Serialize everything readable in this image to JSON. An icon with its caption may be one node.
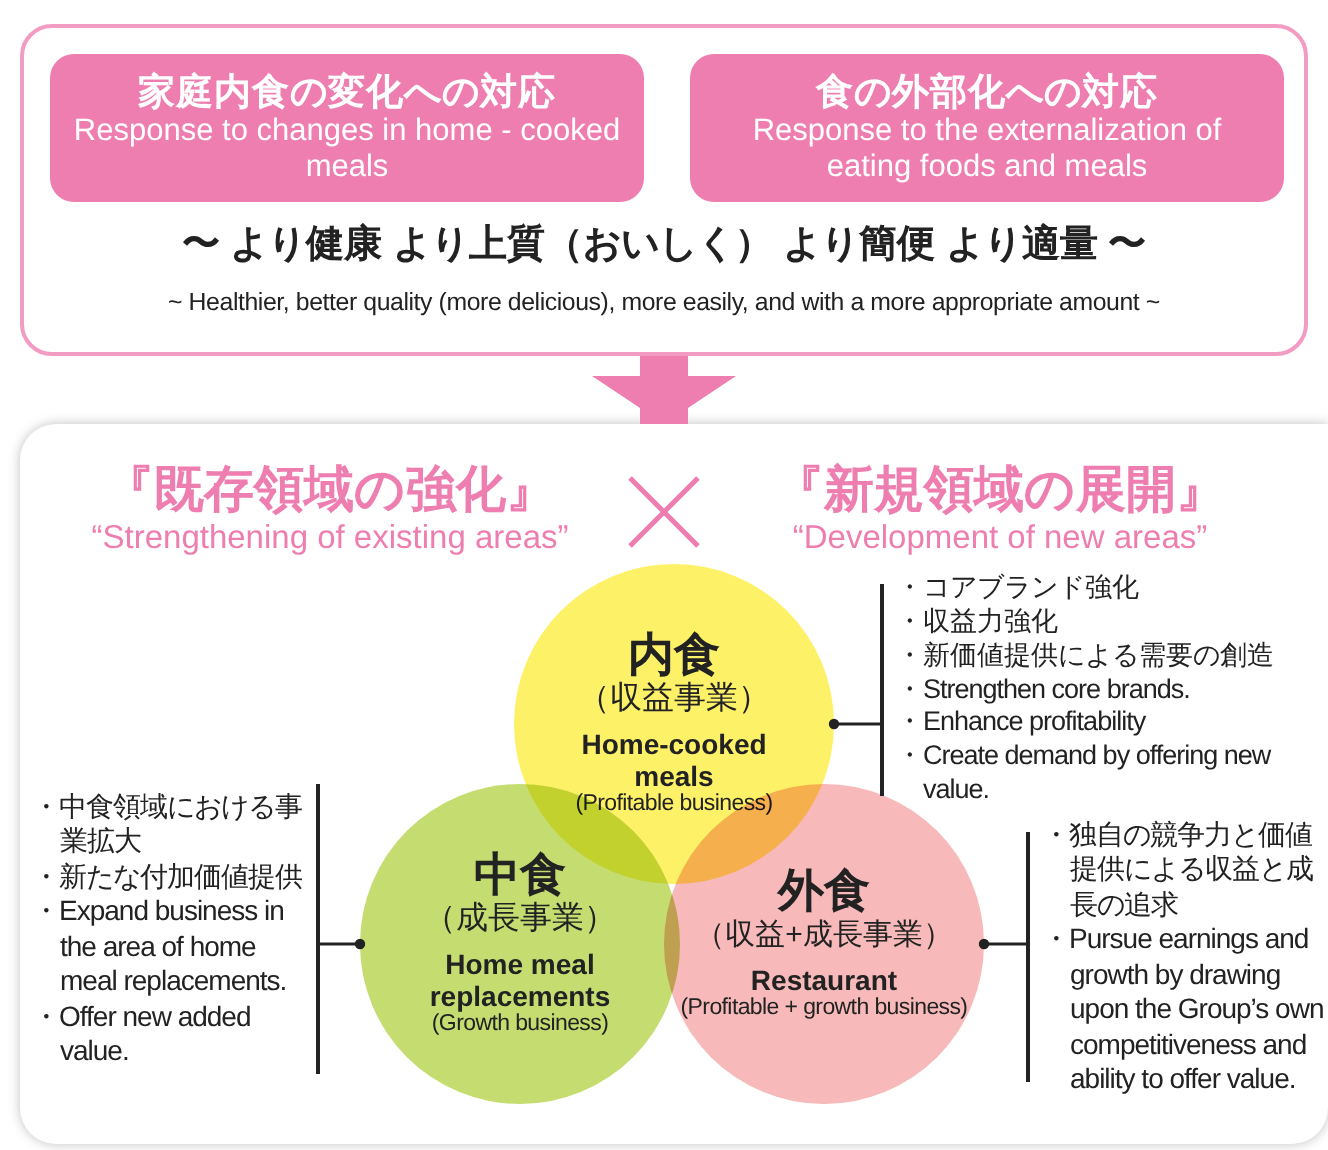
{
  "diagram": {
    "nodes": [
      {
        "text": [
          "〜 より健康 より上質（おいしく） より簡便 より適量 〜",
          "~ Healthier, better quality (more delicious), more easily, and with a more appropriate amount ~"
        ]
      },
      {
        "text": [
          "家庭内食の変化への対応",
          "Response to changes in home - cooked meals"
        ],
        "in": 0
      },
      {
        "text": [
          "食の外部化への対応",
          "Response to the externalization of eating foods and meals"
        ],
        "in": 0
      },
      {
        "text": [
          "『既存領域の強化』",
          "“Strengthening of existing areas”",
          "『新規領域の展開』",
          "“Development of new areas”"
        ]
      },
      {
        "text": [
          "内食",
          "（収益事業）",
          "Home-cooked meals",
          "(Profitable business)"
        ],
        "in": 3
      },
      {
        "text": [
          "中食",
          "（成長事業）",
          "Home meal replacements",
          "(Growth business)"
        ],
        "in": 3
      },
      {
        "text": [
          "外食",
          "（収益+成長事業）",
          "Restaurant",
          "(Profitable + growth business)"
        ],
        "in": 3
      },
      {
        "text": [
          "・コアブランド強化",
          "・収益力強化",
          "・新価値提供による需要の創造",
          "・Strengthen core brands.",
          "・Enhance profitability",
          "・Create demand by offering new value."
        ],
        "in": 3
      },
      {
        "text": [
          "・中食領域における事業拡大",
          "・新たな付加価値提供",
          "・Expand business in the area of home meal replacements.",
          "・Offer new added value."
        ],
        "in": 3
      },
      {
        "text": [
          "・独自の競争力と価値提供による収益と成長の追求",
          "・Pursue earnings and growth by drawing upon the Group’s own competitiveness and ability to offer value."
        ],
        "in": 3
      }
    ],
    "edges": [
      {
        "from": 0,
        "to": 3,
        "arrow": "to",
        "style": "thick",
        "color": "#ef7eb0"
      },
      {
        "from": 7,
        "to": 4,
        "arrow": "other"
      },
      {
        "from": 8,
        "to": 5,
        "arrow": "other"
      },
      {
        "from": 9,
        "to": 6,
        "arrow": "other"
      }
    ]
  }
}
